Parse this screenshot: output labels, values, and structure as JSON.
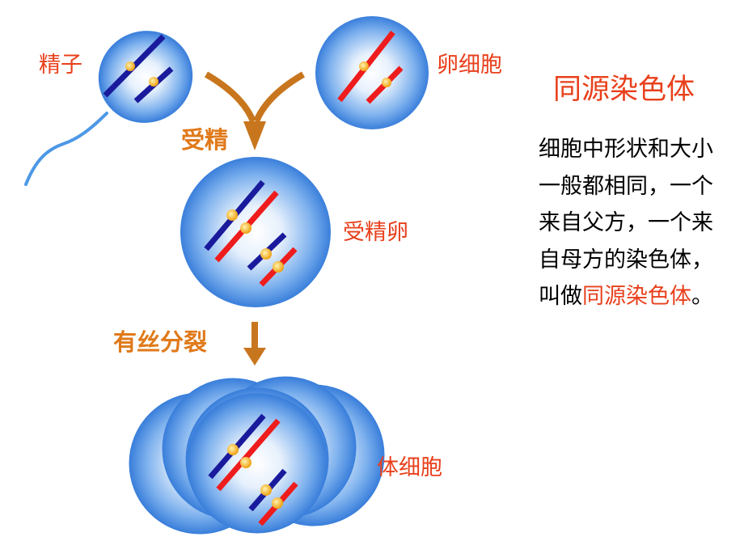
{
  "labels": {
    "sperm": "精子",
    "egg": "卵细胞",
    "fertilization": "受精",
    "zygote": "受精卵",
    "mitosis": "有丝分裂",
    "somatic_cell": "体细胞"
  },
  "definition": {
    "title": "同源染色体",
    "text_before": "细胞中形状和大小一般都相同，一个来自父方，一个来自母方的染色体，叫做",
    "highlight": "同源染色体",
    "text_after": "。"
  },
  "colors": {
    "paternal": "#1a1a9c",
    "maternal": "#ee1c1c",
    "centromere": "#f5b418",
    "cell_edge": "#3a7fdb",
    "cell_center": "#ffffff",
    "arrow": "#c8761e",
    "label": "#e8401c",
    "process_label": "#e07a1a"
  },
  "icons": {
    "sperm_tail": "sperm-tail",
    "arrow": "down-arrow"
  }
}
